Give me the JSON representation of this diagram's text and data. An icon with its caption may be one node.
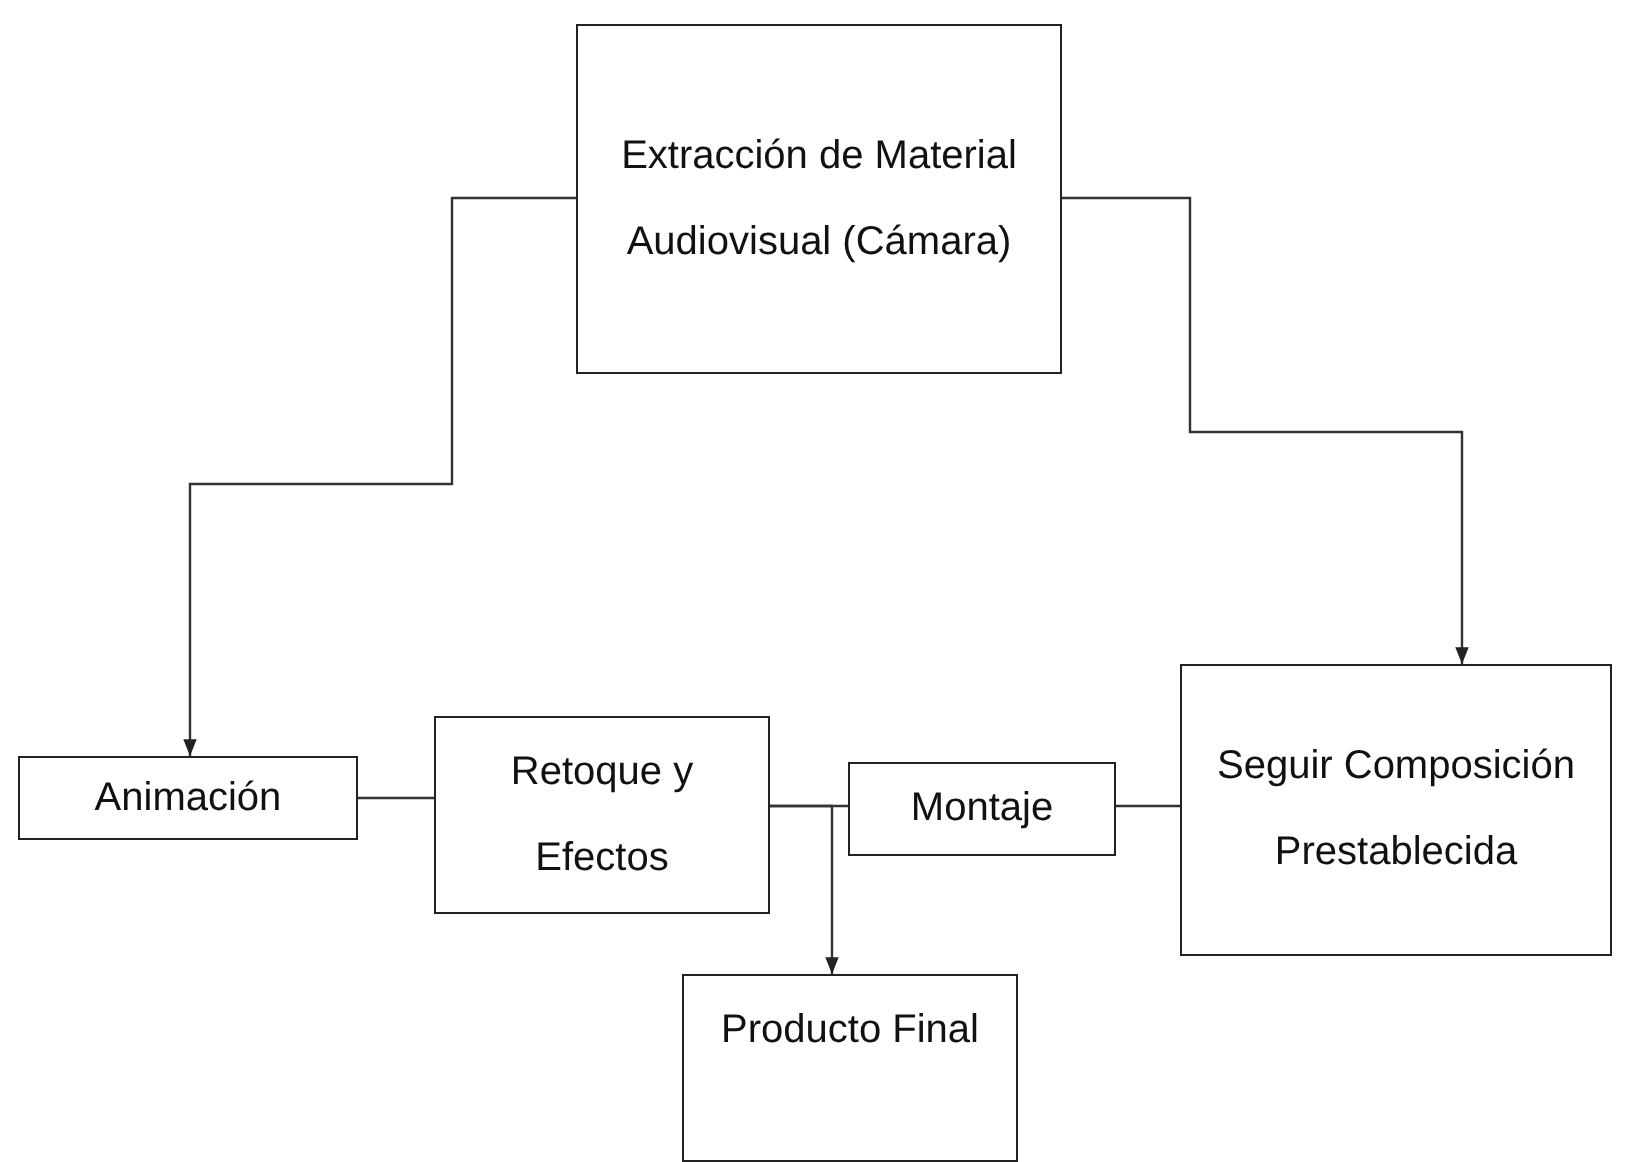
{
  "diagram": {
    "nodes": [
      {
        "text": [
          "Extracción de Material Audiovisual (Cámara)"
        ]
      },
      {
        "text": [
          "Animación"
        ]
      },
      {
        "text": [
          "Retoque y Efectos"
        ]
      },
      {
        "text": [
          "Montaje"
        ]
      },
      {
        "text": [
          "Seguir Composición Prestablecida"
        ]
      },
      {
        "text": [
          "Producto Final"
        ]
      }
    ],
    "edges": [
      {
        "from": 0,
        "to": 1,
        "arrow": "to"
      },
      {
        "from": 0,
        "to": 4,
        "arrow": "to"
      },
      {
        "from": 1,
        "to": 2,
        "arrow": "none"
      },
      {
        "from": 2,
        "to": 3,
        "arrow": "none"
      },
      {
        "from": 3,
        "to": 4,
        "arrow": "none"
      },
      {
        "from": 2,
        "to": 5,
        "arrow": "to"
      }
    ]
  }
}
